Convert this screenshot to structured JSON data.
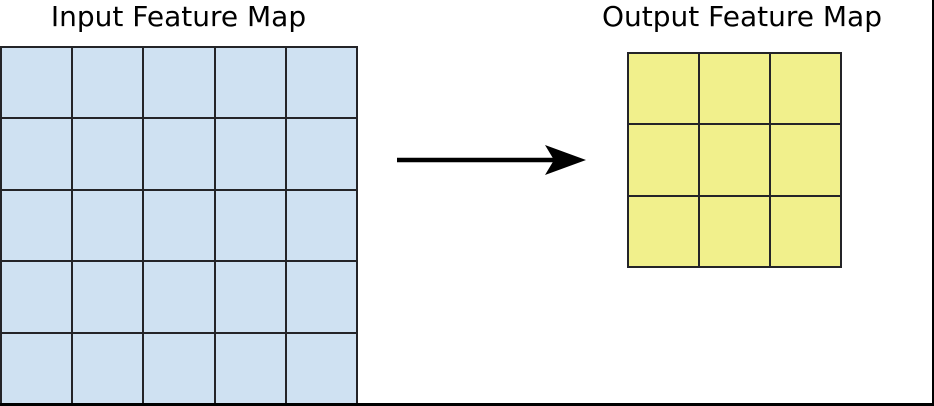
{
  "figure": {
    "background": "#ffffff",
    "frame_color": "#000000"
  },
  "input_map": {
    "title": "Input Feature Map",
    "rows": 5,
    "cols": 5,
    "cell_fill": "#cfe1f2",
    "line_color": "#242428"
  },
  "output_map": {
    "title": "Output Feature Map",
    "rows": 3,
    "cols": 3,
    "cell_fill": "#f1f08c",
    "line_color": "#242428"
  },
  "arrow": {
    "direction": "right",
    "color": "#000000"
  }
}
